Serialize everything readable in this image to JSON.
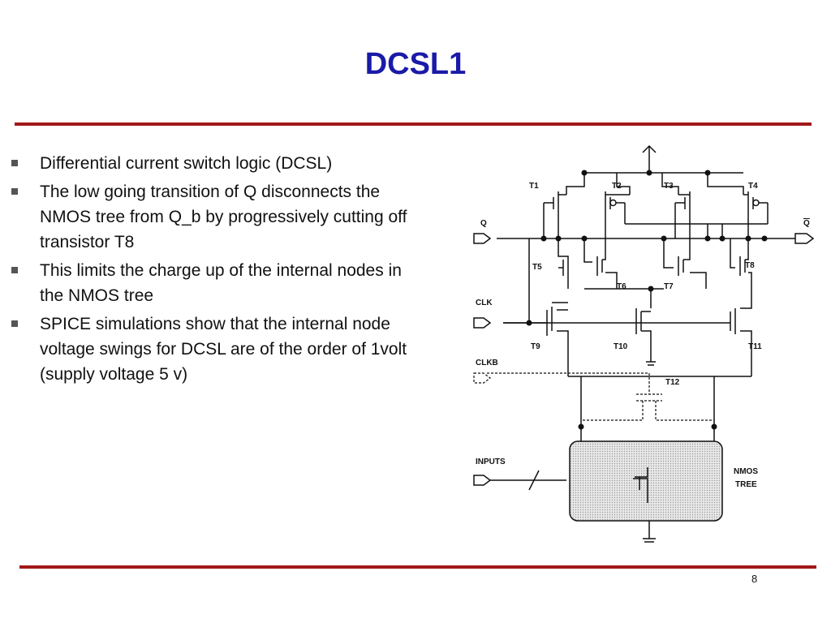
{
  "slide": {
    "title": "DCSL1",
    "page_number": "8"
  },
  "bullets": [
    "Differential current switch logic (DCSL)",
    "The low going transition of Q disconnects the NMOS tree from Q_b by progressively cutting off transistor T8",
    "This limits the charge up of the internal nodes in the NMOS tree",
    "SPICE simulations show that the internal node voltage swings for DCSL are of the order of 1volt (supply voltage 5 v)"
  ],
  "circuit": {
    "transistor_labels": [
      "T1",
      "T2",
      "T3",
      "T4",
      "T5",
      "T6",
      "T7",
      "T8",
      "T9",
      "T10",
      "T11",
      "T12"
    ],
    "port_labels": {
      "q": "Q",
      "q_bar": "Q",
      "clk": "CLK",
      "clkb": "CLKB",
      "inputs": "INPUTS",
      "nmos_tree_line1": "NMOS",
      "nmos_tree_line2": "TREE"
    }
  }
}
